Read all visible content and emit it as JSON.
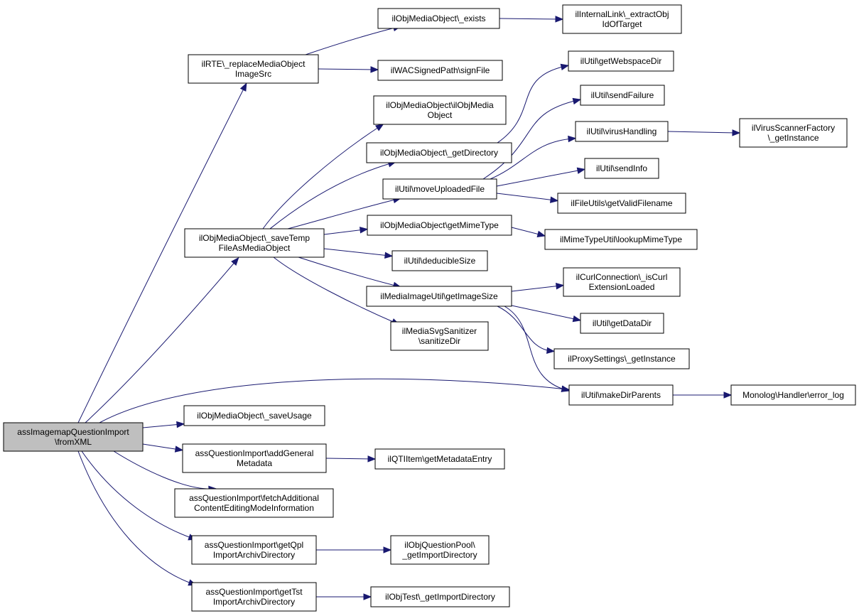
{
  "diagram": {
    "type": "call-graph",
    "colors": {
      "edge": "#191970",
      "node_border": "#000000",
      "root_fill": "#bfbfbf",
      "node_fill": "#ffffff"
    },
    "nodes": [
      {
        "id": "root",
        "lines": [
          "assImagemapQuestionImport",
          "\\fromXML"
        ],
        "root": true
      },
      {
        "id": "rte",
        "lines": [
          "ilRTE\\_replaceMediaObject",
          "ImageSrc"
        ]
      },
      {
        "id": "exists",
        "lines": [
          "ilObjMediaObject\\_exists"
        ]
      },
      {
        "id": "extract",
        "lines": [
          "ilInternalLink\\_extractObj",
          "IdOfTarget"
        ]
      },
      {
        "id": "wac",
        "lines": [
          "ilWACSignedPath\\signFile"
        ]
      },
      {
        "id": "webspace",
        "lines": [
          "ilUtil\\getWebspaceDir"
        ]
      },
      {
        "id": "omoctor",
        "lines": [
          "ilObjMediaObject\\ilObjMedia",
          "Object"
        ]
      },
      {
        "id": "sendfail",
        "lines": [
          "ilUtil\\sendFailure"
        ]
      },
      {
        "id": "getdir",
        "lines": [
          "ilObjMediaObject\\_getDirectory"
        ]
      },
      {
        "id": "virus",
        "lines": [
          "ilUtil\\virusHandling"
        ]
      },
      {
        "id": "virusfac",
        "lines": [
          "ilVirusScannerFactory",
          "\\_getInstance"
        ]
      },
      {
        "id": "sendinfo",
        "lines": [
          "ilUtil\\sendInfo"
        ]
      },
      {
        "id": "moveup",
        "lines": [
          "ilUtil\\moveUploadedFile"
        ]
      },
      {
        "id": "validfn",
        "lines": [
          "ilFileUtils\\getValidFilename"
        ]
      },
      {
        "id": "savetemp",
        "lines": [
          "ilObjMediaObject\\_saveTemp",
          "FileAsMediaObject"
        ]
      },
      {
        "id": "mimetype",
        "lines": [
          "ilObjMediaObject\\getMimeType"
        ]
      },
      {
        "id": "lookupmime",
        "lines": [
          "ilMimeTypeUtil\\lookupMimeType"
        ]
      },
      {
        "id": "deducible",
        "lines": [
          "ilUtil\\deducibleSize"
        ]
      },
      {
        "id": "curl",
        "lines": [
          "ilCurlConnection\\_isCurl",
          "ExtensionLoaded"
        ]
      },
      {
        "id": "imagesize",
        "lines": [
          "ilMediaImageUtil\\getImageSize"
        ]
      },
      {
        "id": "datadir",
        "lines": [
          "ilUtil\\getDataDir"
        ]
      },
      {
        "id": "svgsan",
        "lines": [
          "ilMediaSvgSanitizer",
          "\\sanitizeDir"
        ]
      },
      {
        "id": "proxy",
        "lines": [
          "ilProxySettings\\_getInstance"
        ]
      },
      {
        "id": "mkdir",
        "lines": [
          "ilUtil\\makeDirParents"
        ]
      },
      {
        "id": "monolog",
        "lines": [
          "Monolog\\Handler\\error_log"
        ]
      },
      {
        "id": "saveusage",
        "lines": [
          "ilObjMediaObject\\_saveUsage"
        ]
      },
      {
        "id": "addmeta",
        "lines": [
          "assQuestionImport\\addGeneral",
          "Metadata"
        ]
      },
      {
        "id": "qtimeta",
        "lines": [
          "ilQTIItem\\getMetadataEntry"
        ]
      },
      {
        "id": "fetchadd",
        "lines": [
          "assQuestionImport\\fetchAdditional",
          "ContentEditingModeInformation"
        ]
      },
      {
        "id": "qpldir",
        "lines": [
          "assQuestionImport\\getQpl",
          "ImportArchivDirectory"
        ]
      },
      {
        "id": "qpimport",
        "lines": [
          "ilObjQuestionPool\\",
          "_getImportDirectory"
        ]
      },
      {
        "id": "tstdir",
        "lines": [
          "assQuestionImport\\getTst",
          "ImportArchivDirectory"
        ]
      },
      {
        "id": "tstimport",
        "lines": [
          "ilObjTest\\_getImportDirectory"
        ]
      }
    ]
  }
}
